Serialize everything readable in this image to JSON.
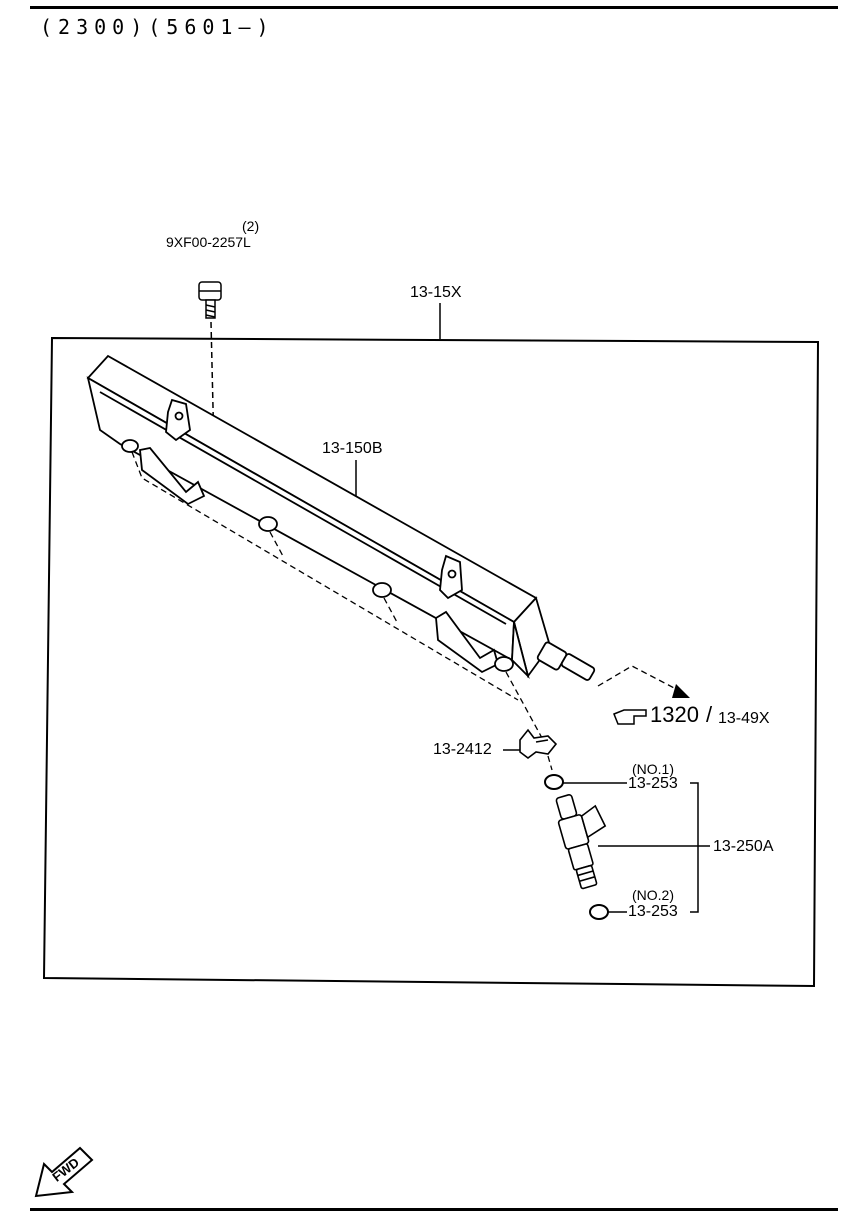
{
  "header": {
    "code": "(2300)(5601–)"
  },
  "labels": {
    "bolt_qty": "(2)",
    "bolt_part": "9XF00-2257L",
    "assembly": "13-15X",
    "fuel_rail": "13-150B",
    "clip": "13-2412",
    "no1": "(NO.1)",
    "oring_top": "13-253",
    "injector": "13-250A",
    "no2": "(NO.2)",
    "oring_bottom": "13-253",
    "ref_main": "1320",
    "ref_sep": "/",
    "ref_sub": "13-49X"
  },
  "icons": {
    "reference": "pointing-hand-icon",
    "fwd": "FWD"
  }
}
